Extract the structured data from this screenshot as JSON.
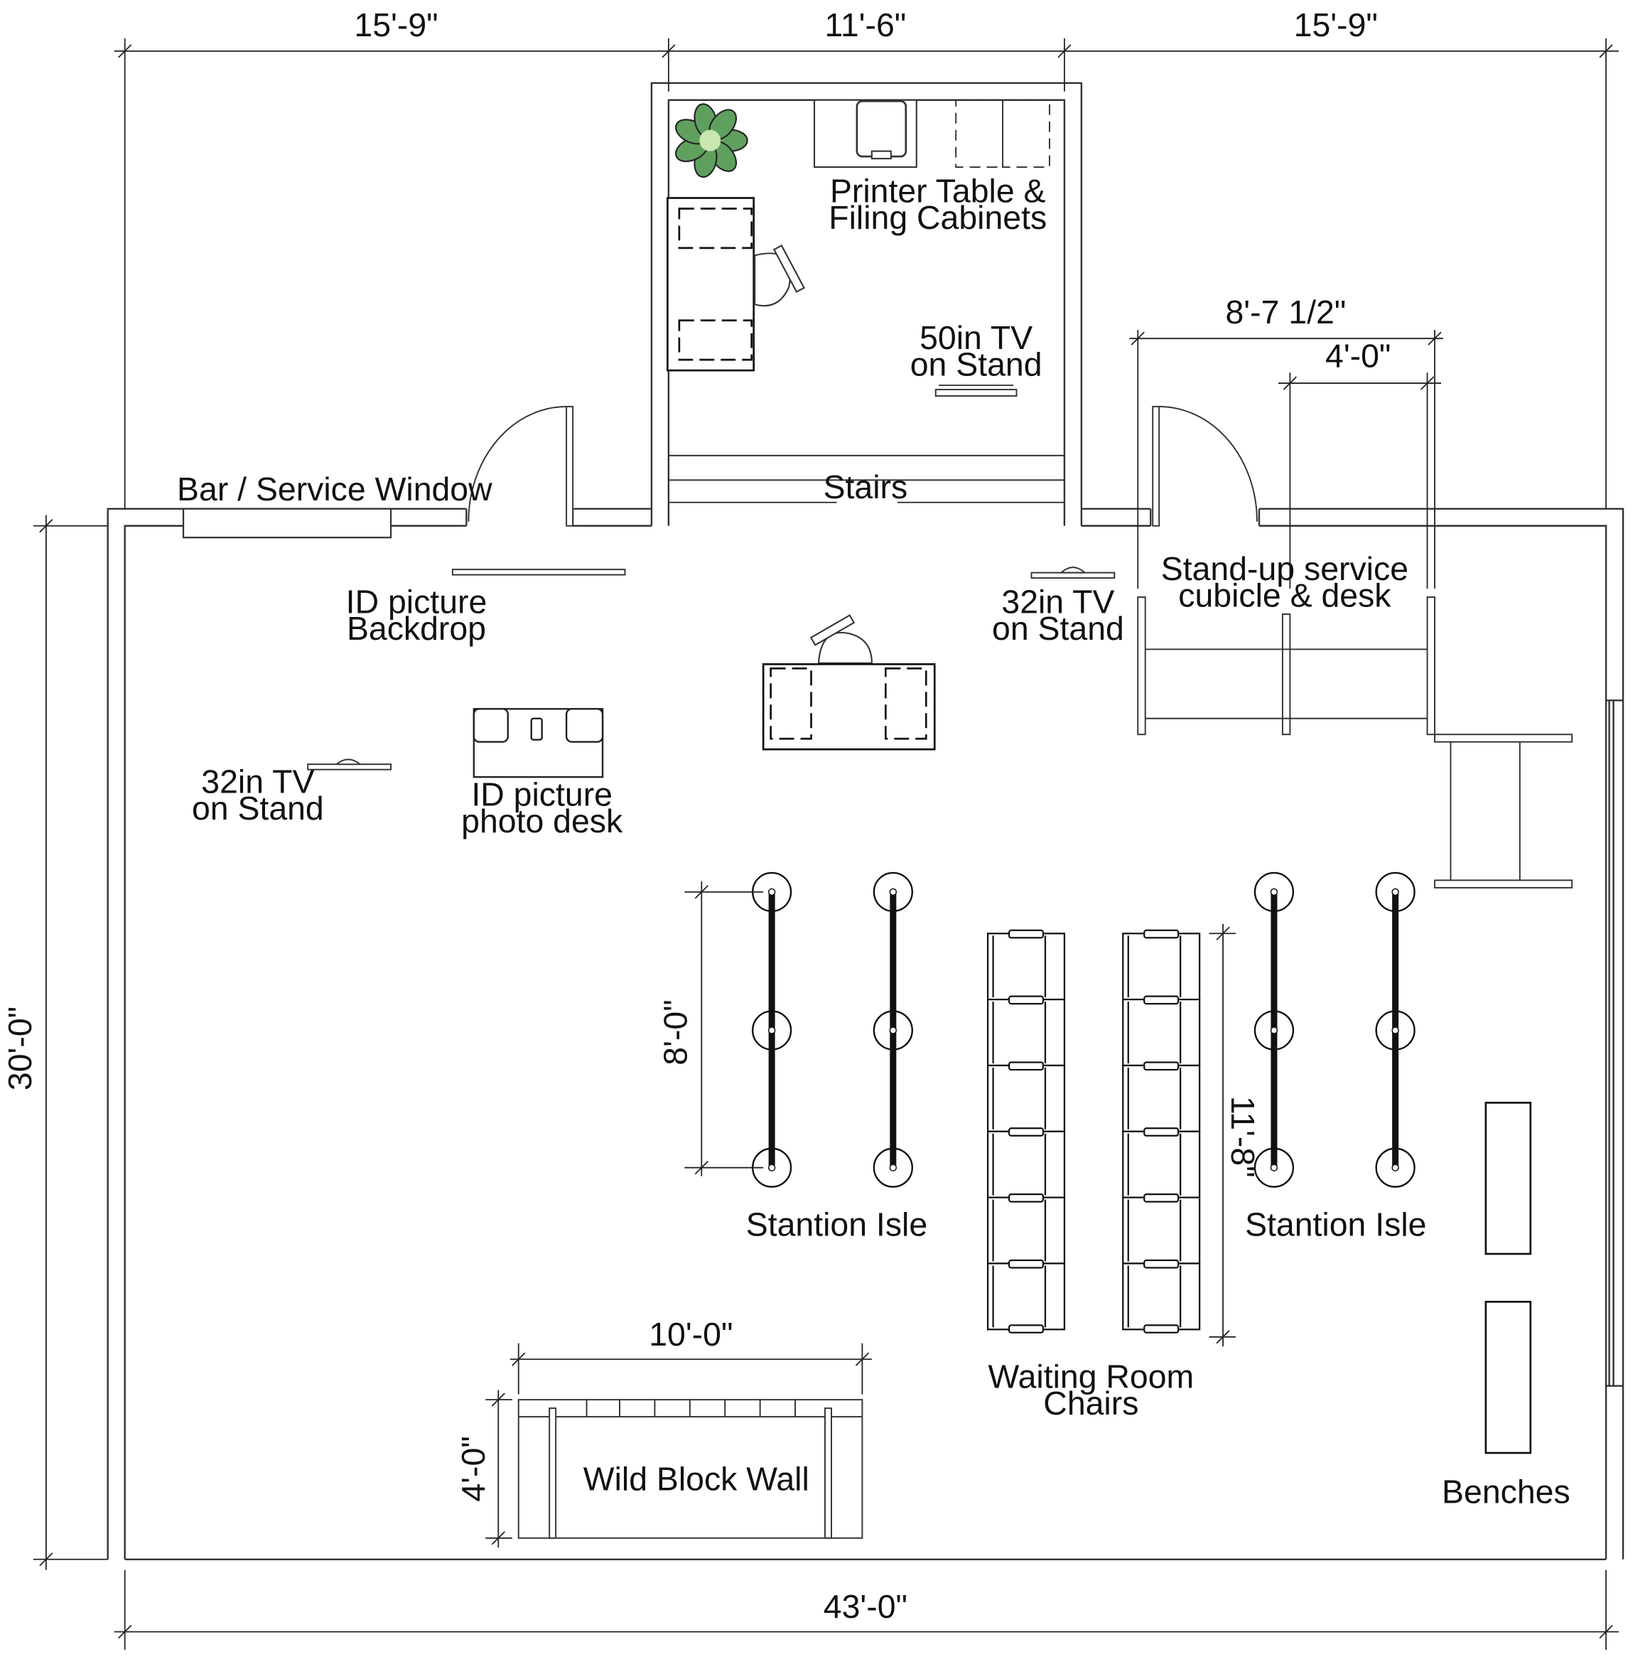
{
  "dimensions": {
    "top_left": "15'-9\"",
    "top_mid": "11'-6\"",
    "top_right": "15'-9\"",
    "left_height": "30'-0\"",
    "bottom_width": "43'-0\"",
    "cubicle_total": "8'-7 1/2\"",
    "cubicle_unit": "4'-0\"",
    "stanchion_length": "8'-0\"",
    "chairs_length": "11'-8\"",
    "block_wall_width": "10'-0\"",
    "block_wall_depth": "4'-0\""
  },
  "labels": {
    "bar_window": "Bar / Service Window",
    "printer_line1": "Printer Table &",
    "printer_line2": "Filing Cabinets",
    "tv50_line1": "50in TV",
    "tv50_line2": "on Stand",
    "stairs": "Stairs",
    "backdrop_line1": "ID picture",
    "backdrop_line2": "Backdrop",
    "tv32_right_line1": "32in TV",
    "tv32_right_line2": "on Stand",
    "cubicle_line1": "Stand-up service",
    "cubicle_line2": "cubicle & desk",
    "tv32_left_line1": "32in TV",
    "tv32_left_line2": "on Stand",
    "photo_desk_line1": "ID picture",
    "photo_desk_line2": "photo desk",
    "stanchion_left": "Stantion Isle",
    "stanchion_right": "Stantion Isle",
    "waiting_line1": "Waiting Room",
    "waiting_line2": "Chairs",
    "block_wall": "Wild Block Wall",
    "benches": "Benches"
  },
  "colors": {
    "plant": "#5fa05f",
    "plant_center": "#c9e6b0",
    "line": "#222222"
  }
}
